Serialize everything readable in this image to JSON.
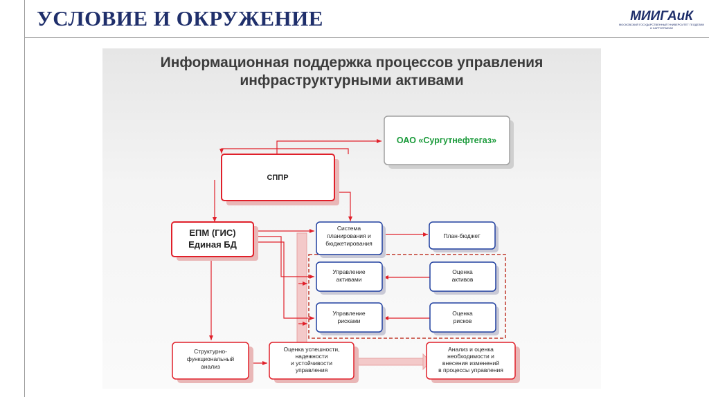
{
  "header": {
    "title": "УСЛОВИЕ И ОКРУЖЕНИЕ",
    "logo_name": "МИИГАиК",
    "logo_sub": "МОСКОВСКИЙ ГОСУДАРСТВЕННЫЙ УНИВЕРСИТЕТ ГЕОДЕЗИИ И КАРТОГРАФИИ"
  },
  "slide": {
    "title_line1": "Информационная поддержка процессов управления",
    "title_line2": "инфраструктурными активами"
  },
  "nodes": {
    "oao": "ОАО «Сургутнефтегаз»",
    "sppr": "СППР",
    "epm_line1": "ЕПМ (ГИС)",
    "epm_line2": "Единая БД",
    "planning_line1": "Система",
    "planning_line2": "планирования и",
    "planning_line3": "бюджетирования",
    "plan_budget": "План-бюджет",
    "asset_mgmt_line1": "Управление",
    "asset_mgmt_line2": "активами",
    "asset_eval_line1": "Оценка",
    "asset_eval_line2": "активов",
    "risk_mgmt_line1": "Управление",
    "risk_mgmt_line2": "рисками",
    "risk_eval_line1": "Оценка",
    "risk_eval_line2": "рисков",
    "sfa_line1": "Структурно-",
    "sfa_line2": "функциональный",
    "sfa_line3": "анализ",
    "success_line1": "Оценка успешности,",
    "success_line2": "надежности",
    "success_line3": "и устойчивости",
    "success_line4": "управления",
    "analysis_line1": "Анализ и оценка",
    "analysis_line2": "необходимости и",
    "analysis_line3": "внесения изменений",
    "analysis_line4": "в процессы управления"
  },
  "colors": {
    "title_blue": "#1f2f6b",
    "red": "#e0202a",
    "blue": "#1f3f9f",
    "green": "#1a9a3a",
    "shadow": "#e9b7b7",
    "pink_pipe": "#f3c9c9"
  }
}
